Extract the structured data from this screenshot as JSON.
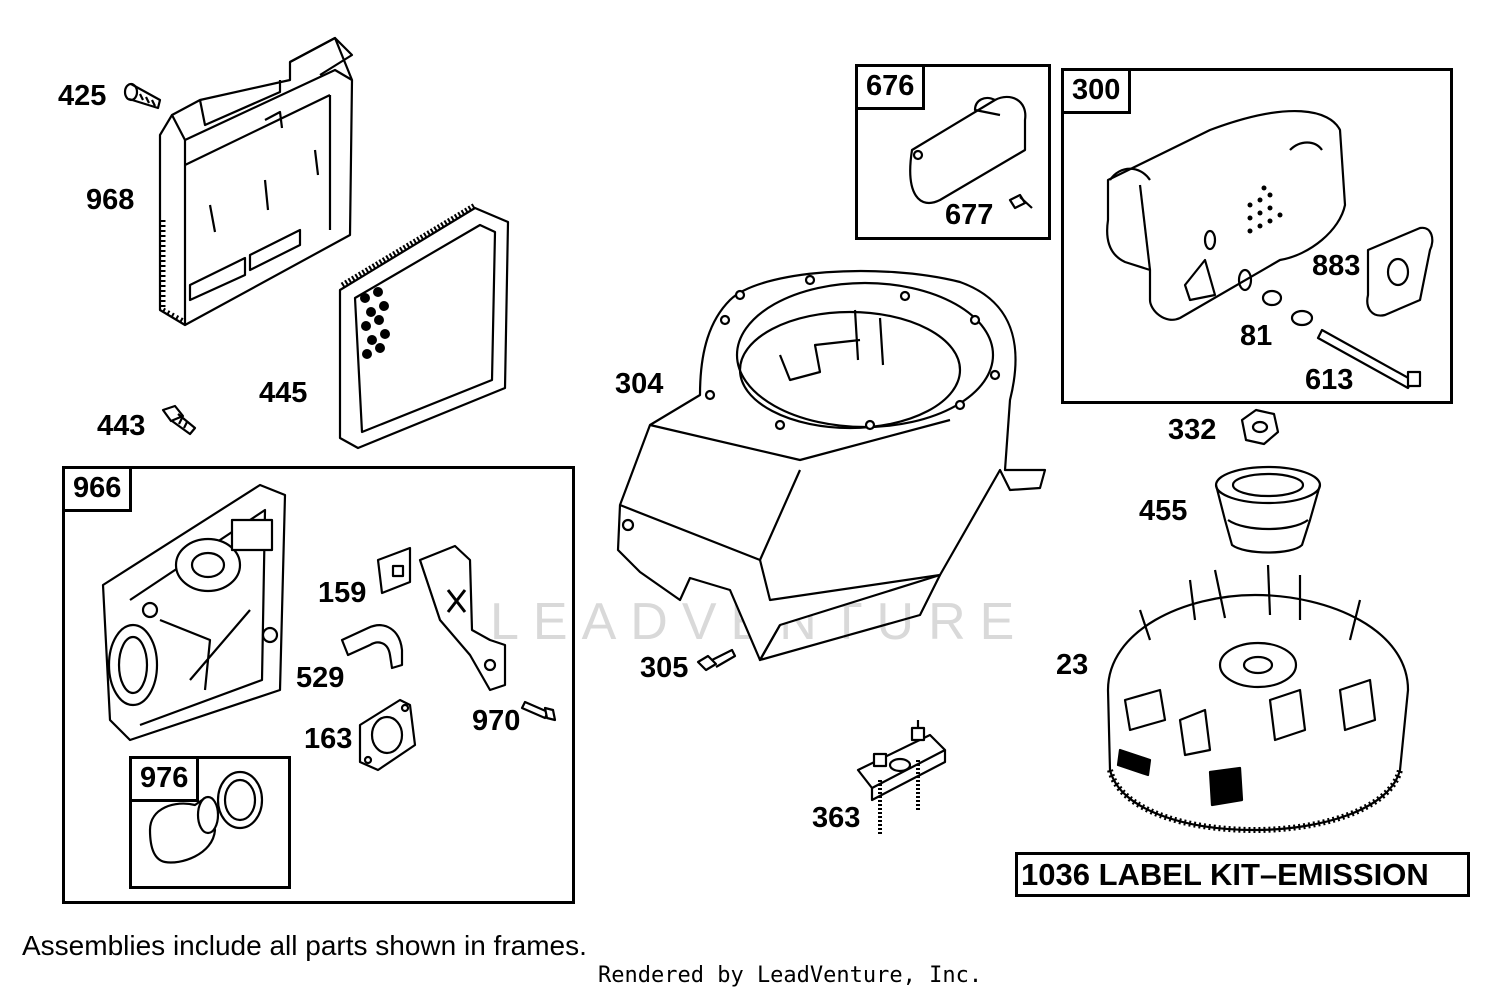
{
  "parts": {
    "p425": "425",
    "p968": "968",
    "p445": "445",
    "p443": "443",
    "p304": "304",
    "p305": "305",
    "p363": "363",
    "p159": "159",
    "p529": "529",
    "p163": "163",
    "p970": "970",
    "p677": "677",
    "p883": "883",
    "p81": "81",
    "p613": "613",
    "p332": "332",
    "p455": "455",
    "p23": "23"
  },
  "frames": {
    "f966": "966",
    "f976": "976",
    "f676": "676",
    "f300": "300"
  },
  "kit_label": "1036 LABEL KIT–EMISSION",
  "note": "Assemblies include all parts shown in frames.",
  "credit": "Rendered by LeadVenture, Inc.",
  "watermark": "LEADVENTURE"
}
